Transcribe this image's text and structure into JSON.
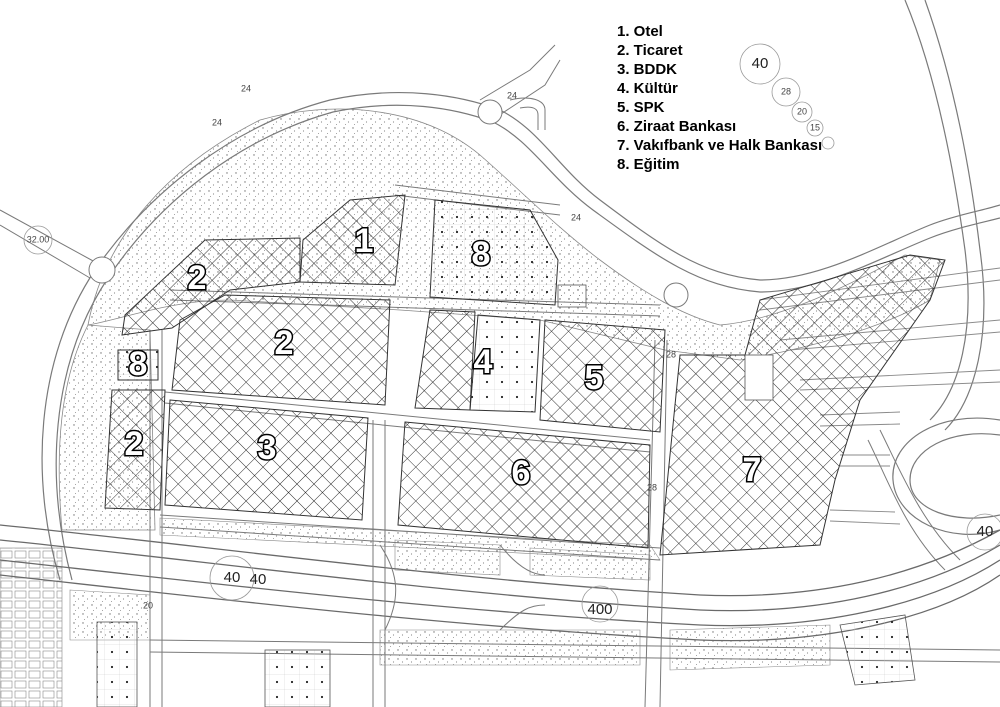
{
  "colors": {
    "background": "#ffffff",
    "road_line": "#7a7a7a",
    "hatch": "#1a1a1a",
    "dotted_green": "#6f6f6f",
    "parcel_outline": "#333333"
  },
  "legend": [
    {
      "num": "1",
      "label": "1. Otel"
    },
    {
      "num": "2",
      "label": "2. Ticaret"
    },
    {
      "num": "3",
      "label": "3. BDDK"
    },
    {
      "num": "4",
      "label": "4. Kültür"
    },
    {
      "num": "5",
      "label": "5. SPK"
    },
    {
      "num": "6",
      "label": "6. Ziraat Bankası"
    },
    {
      "num": "7",
      "label": "7. Vakıfbank ve Halk Bankası"
    },
    {
      "num": "8",
      "label": "8. Eğitim"
    }
  ],
  "parcels": [
    {
      "id": "otel",
      "label": "1",
      "pattern": "hatch"
    },
    {
      "id": "ticaret-north",
      "label": "2",
      "pattern": "hatch"
    },
    {
      "id": "ticaret-central",
      "label": "2",
      "pattern": "hatch"
    },
    {
      "id": "ticaret-west",
      "label": "2",
      "pattern": "hatch"
    },
    {
      "id": "bddk",
      "label": "3",
      "pattern": "hatch"
    },
    {
      "id": "kultur",
      "label": "4",
      "pattern": "points"
    },
    {
      "id": "spk",
      "label": "5",
      "pattern": "hatch"
    },
    {
      "id": "ziraat",
      "label": "6",
      "pattern": "hatch"
    },
    {
      "id": "vakifbank-halkbank",
      "label": "7",
      "pattern": "hatch"
    },
    {
      "id": "egitim-north",
      "label": "8",
      "pattern": "points"
    },
    {
      "id": "egitim-west",
      "label": "8",
      "pattern": "points"
    }
  ],
  "road_labels": {
    "r24a": "24",
    "r24b": "24",
    "r24c": "24",
    "r24d": "24",
    "r32": "32.00",
    "r40a": "40",
    "r40b": "40",
    "r40c": "400",
    "r40d": "40",
    "r28a": "28",
    "r28b": "28",
    "r20": "20",
    "r40e": "40",
    "r28c": "28",
    "r20b": "20",
    "r15": "15"
  }
}
